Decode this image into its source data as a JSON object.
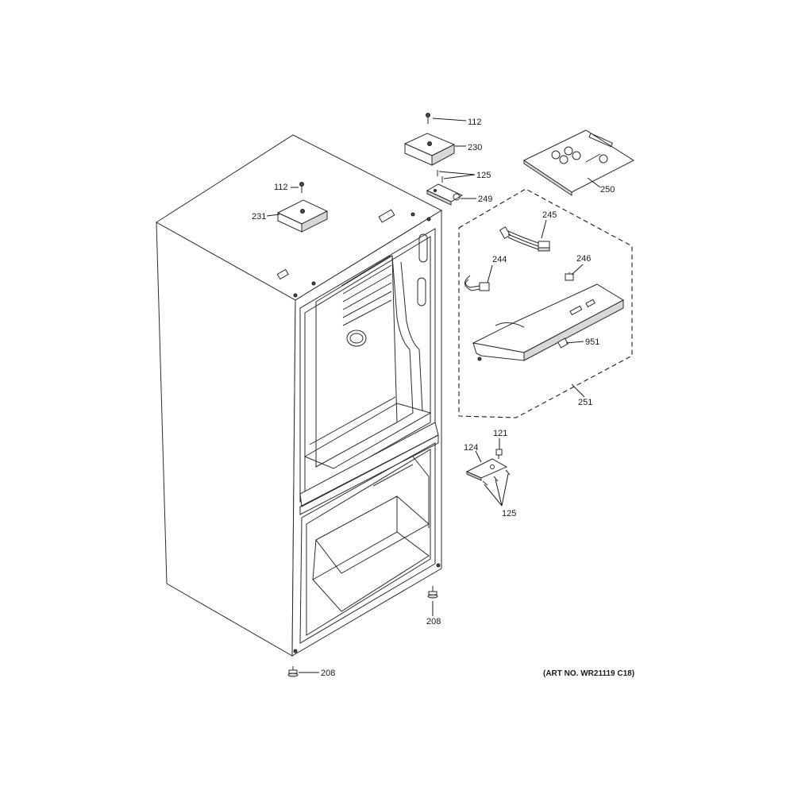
{
  "callouts": {
    "c112a": "112",
    "c230": "230",
    "c125a": "125",
    "c249": "249",
    "c250": "250",
    "c112b": "112",
    "c231": "231",
    "c245": "245",
    "c244": "244",
    "c246": "246",
    "c951": "951",
    "c251": "251",
    "c121": "121",
    "c124": "124",
    "c125b": "125",
    "c208a": "208",
    "c208b": "208"
  },
  "art_number": "(ART NO. WR21119 C18)"
}
